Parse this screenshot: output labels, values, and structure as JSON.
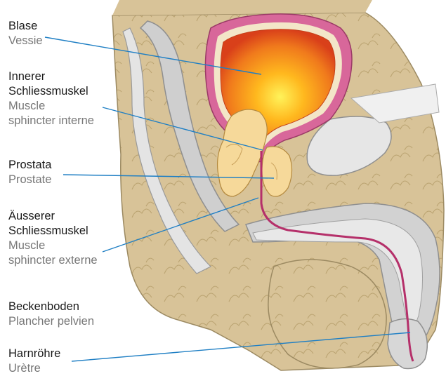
{
  "labels": [
    {
      "id": "bladder",
      "de": "Blase",
      "fr": "Vessie"
    },
    {
      "id": "internal-sphincter",
      "de_lines": [
        "Innerer",
        "Schliessmuskel"
      ],
      "fr_lines": [
        "Muscle",
        "sphincter interne"
      ]
    },
    {
      "id": "prostate",
      "de": "Prostata",
      "fr": "Prostate"
    },
    {
      "id": "external-sphincter",
      "de_lines": [
        "Äusserer",
        "Schliessmuskel"
      ],
      "fr_lines": [
        "Muscle",
        "sphincter externe"
      ]
    },
    {
      "id": "pelvic-floor",
      "de": "Beckenboden",
      "fr": "Plancher pelvien"
    },
    {
      "id": "urethra",
      "de": "Harnröhre",
      "fr": "Urètre"
    }
  ],
  "colors": {
    "leader_line": "#1f7fc4",
    "tissue": "#d9c49a",
    "bone_gray": "#c8c8c8",
    "bladder_wall": "#d8679a",
    "bladder_center": "#ffe24a",
    "bladder_edge": "#e0401c",
    "prostate": "#f6d99a"
  }
}
